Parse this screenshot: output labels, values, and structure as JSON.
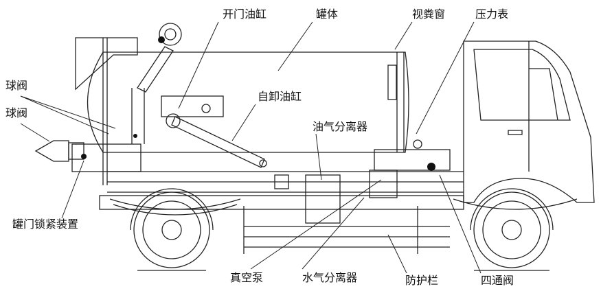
{
  "labels": {
    "open_door_cylinder": "开门油缸",
    "tank_body": "罐体",
    "sight_window": "视粪窗",
    "pressure_gauge": "压力表",
    "ball_valve_1": "球阀",
    "ball_valve_2": "球阀",
    "self_unload_cylinder": "自卸油缸",
    "oil_gas_separator": "油气分离器",
    "tank_door_lock": "罐门锁紧装置",
    "vacuum_pump": "真空泵",
    "water_gas_separator": "水气分离器",
    "guard_rail": "防护栏",
    "four_way_valve": "四通阀"
  }
}
